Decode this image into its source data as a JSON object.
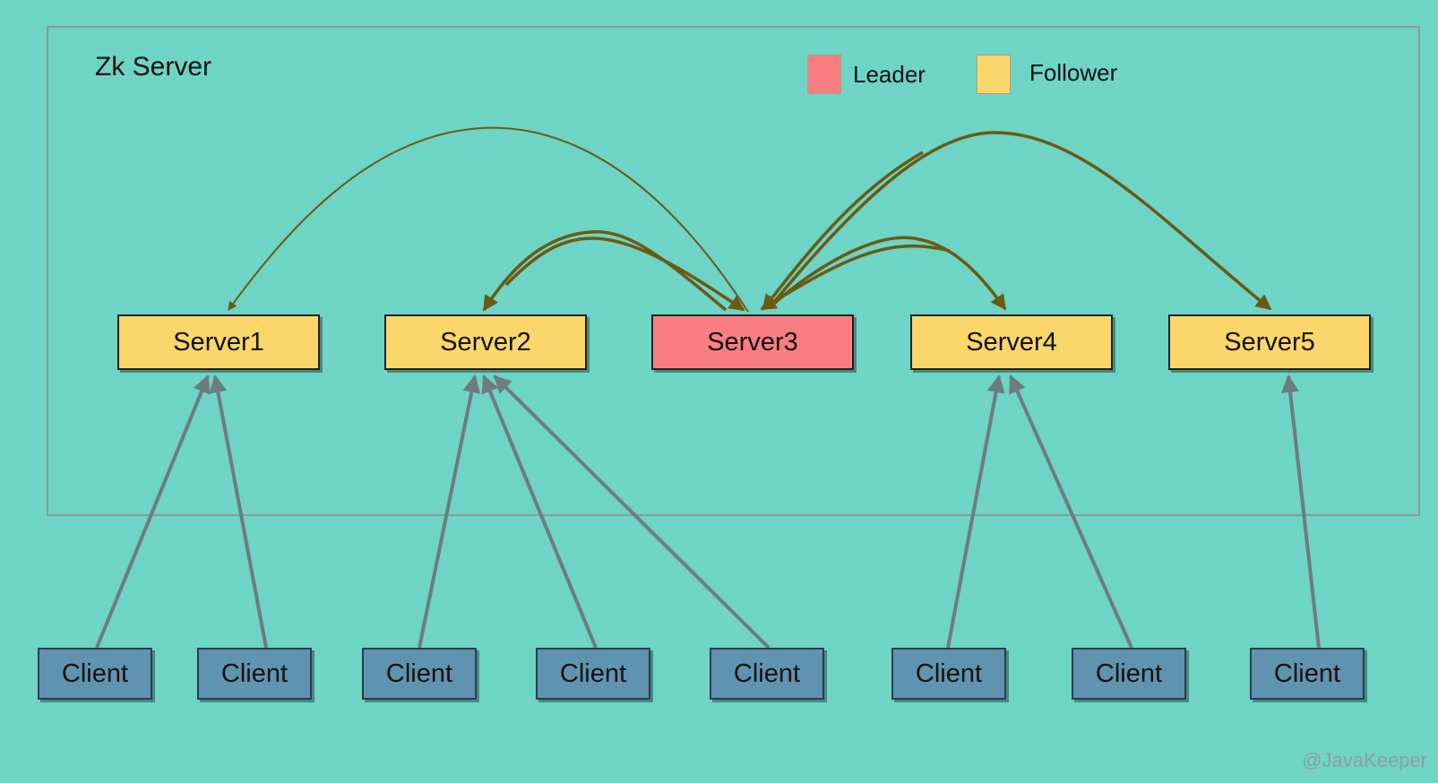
{
  "diagram": {
    "cluster_title": "Zk Server",
    "legend": [
      {
        "label": "Leader",
        "color": "#f87e82"
      },
      {
        "label": "Follower",
        "color": "#fbd66b"
      }
    ],
    "servers": [
      {
        "label": "Server1",
        "role": "Follower"
      },
      {
        "label": "Server2",
        "role": "Follower"
      },
      {
        "label": "Server3",
        "role": "Leader"
      },
      {
        "label": "Server4",
        "role": "Follower"
      },
      {
        "label": "Server5",
        "role": "Follower"
      }
    ],
    "clients": [
      {
        "label": "Client",
        "connects_to": "Server1"
      },
      {
        "label": "Client",
        "connects_to": "Server1"
      },
      {
        "label": "Client",
        "connects_to": "Server2"
      },
      {
        "label": "Client",
        "connects_to": "Server2"
      },
      {
        "label": "Client",
        "connects_to": "Server2"
      },
      {
        "label": "Client",
        "connects_to": "Server4"
      },
      {
        "label": "Client",
        "connects_to": "Server4"
      },
      {
        "label": "Client",
        "connects_to": "Server5"
      }
    ],
    "leader_links": [
      {
        "from": "Server3",
        "to": "Server1"
      },
      {
        "from": "Server3",
        "to": "Server2"
      },
      {
        "from": "Server2",
        "to": "Server3"
      },
      {
        "from": "Server3",
        "to": "Server4"
      },
      {
        "from": "Server4",
        "to": "Server3"
      },
      {
        "from": "Server3",
        "to": "Server5"
      },
      {
        "from": "Server5",
        "to": "Server3"
      }
    ],
    "colors": {
      "background": "#6dd4c6",
      "leader_link": "#6b5a12",
      "client_link": "#6e7b80",
      "client_box": "#5f93af"
    },
    "watermark": "@JavaKeeper"
  }
}
